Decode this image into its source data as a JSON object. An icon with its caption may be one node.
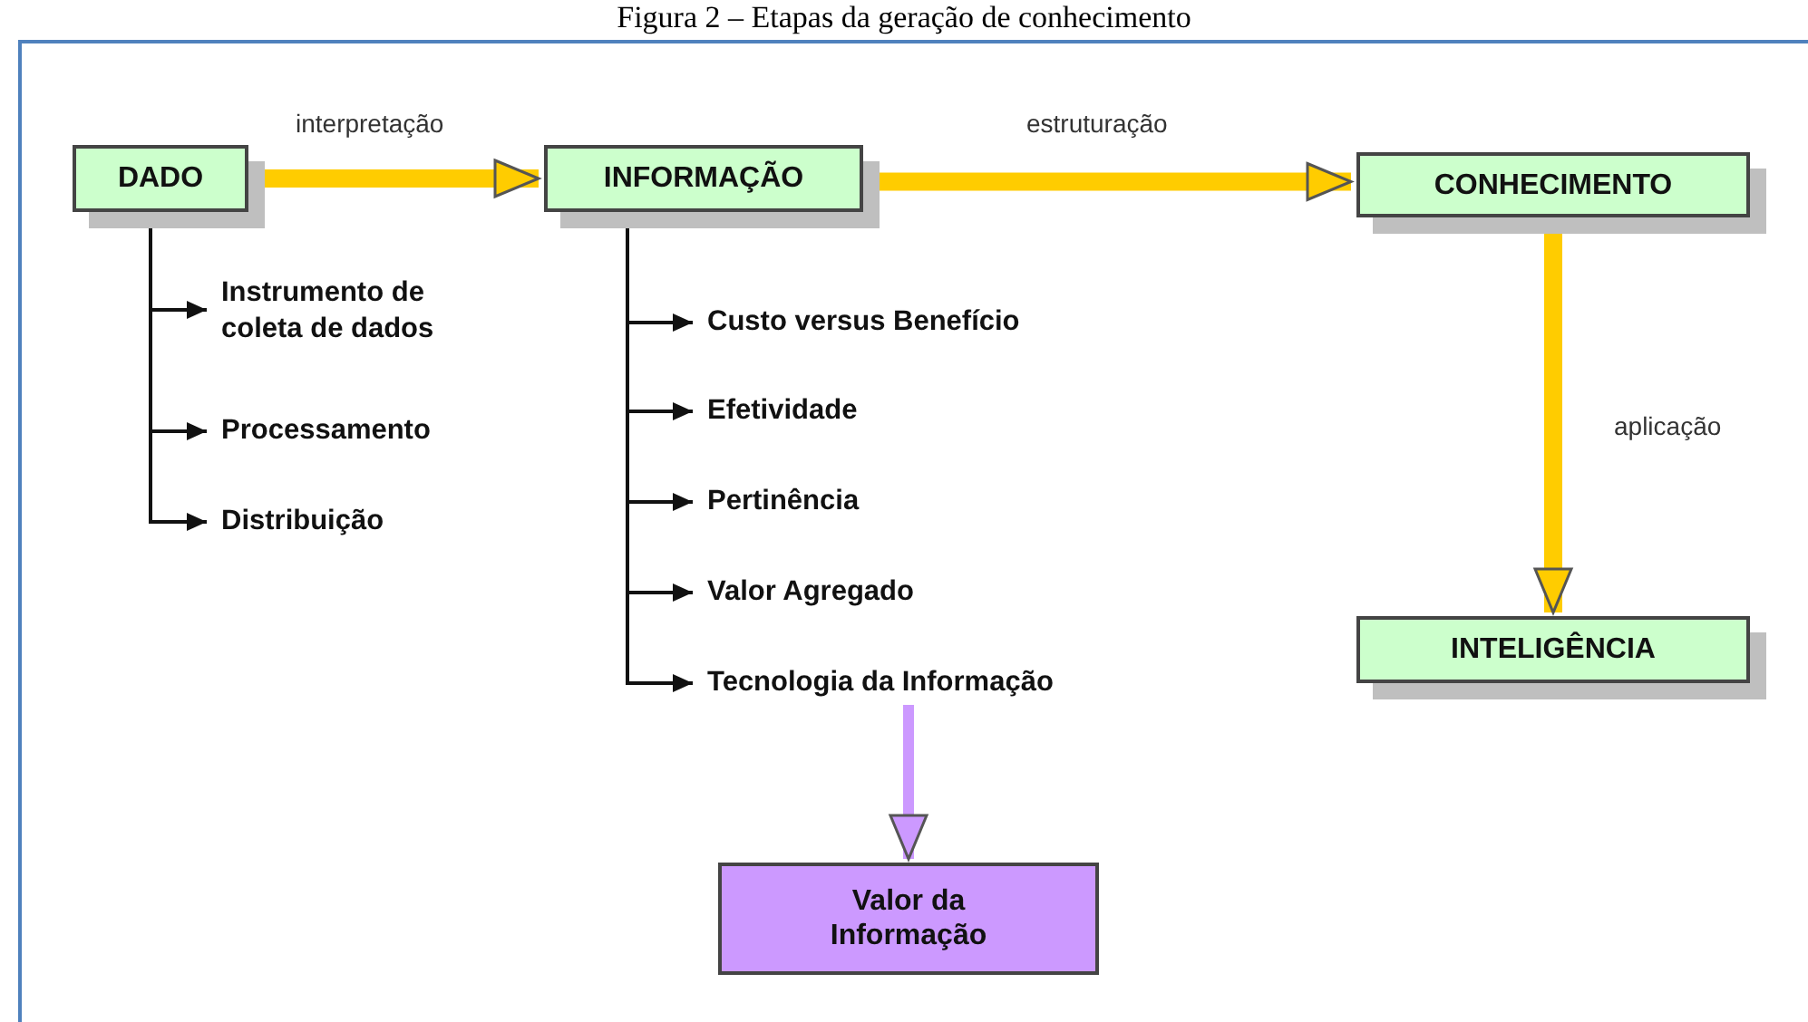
{
  "diagram": {
    "title": "Figura 2 – Etapas da geração de conhecimento",
    "nodes": [
      {
        "text": [
          "DADO"
        ]
      },
      {
        "text": [
          "INFORMAÇÃO"
        ]
      },
      {
        "text": [
          "CONHECIMENTO"
        ]
      },
      {
        "text": [
          "INTELIGÊNCIA"
        ]
      },
      {
        "text": [
          "Instrumento de coleta de dados"
        ]
      },
      {
        "text": [
          "Processamento"
        ]
      },
      {
        "text": [
          "Distribuição"
        ]
      },
      {
        "text": [
          "Custo versus Benefício"
        ]
      },
      {
        "text": [
          "Efetividade"
        ]
      },
      {
        "text": [
          "Pertinência"
        ]
      },
      {
        "text": [
          "Valor Agregado"
        ]
      },
      {
        "text": [
          "Tecnologia da Informação"
        ]
      },
      {
        "text": [
          "Valor da Informação"
        ]
      }
    ],
    "edges": [
      {
        "from": 0,
        "to": 1,
        "arrow": "to",
        "label": "interpretação",
        "style": "thick",
        "color": "#ffcc00"
      },
      {
        "from": 1,
        "to": 2,
        "arrow": "to",
        "label": "estruturação",
        "style": "thick",
        "color": "#ffcc00"
      },
      {
        "from": 2,
        "to": 3,
        "arrow": "to",
        "label": "aplicação",
        "style": "thick",
        "color": "#ffcc00"
      },
      {
        "from": 0,
        "to": 4,
        "arrow": "to"
      },
      {
        "from": 0,
        "to": 5,
        "arrow": "to"
      },
      {
        "from": 0,
        "to": 6,
        "arrow": "to"
      },
      {
        "from": 1,
        "to": 7,
        "arrow": "to"
      },
      {
        "from": 1,
        "to": 8,
        "arrow": "to"
      },
      {
        "from": 1,
        "to": 9,
        "arrow": "to"
      },
      {
        "from": 1,
        "to": 10,
        "arrow": "to"
      },
      {
        "from": 1,
        "to": 11,
        "arrow": "to"
      },
      {
        "from": 11,
        "to": 12,
        "arrow": "to",
        "style": "thick",
        "color": "#cc99ff"
      }
    ]
  }
}
